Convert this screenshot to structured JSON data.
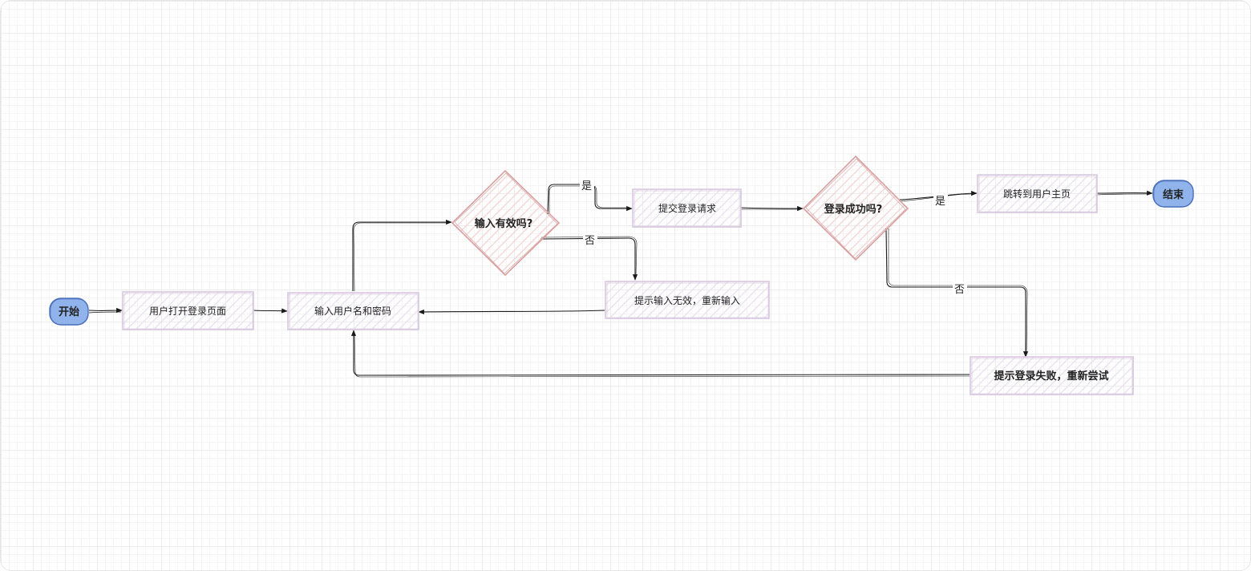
{
  "diagram": {
    "nodes": {
      "start": "开始",
      "open_login_page": "用户打开登录页面",
      "enter_credentials": "输入用户名和密码",
      "input_valid": "输入有效吗?",
      "submit_login": "提交登录请求",
      "prompt_invalid": "提示输入无效，重新输入",
      "login_success": "登录成功吗?",
      "goto_home": "跳转到用户主页",
      "end": "结束",
      "prompt_failed": "提示登录失败，重新尝试"
    },
    "edge_labels": {
      "valid_yes": "是",
      "valid_no": "否",
      "success_yes": "是",
      "success_no": "否"
    },
    "colors": {
      "terminal_fill": "#8fb3ea",
      "terminal_stroke": "#4a6fb8",
      "process_stroke": "#d9c8e0",
      "decision_stroke": "#d9a0a0",
      "decision_hatch": "#f0d4d4",
      "process_hatch": "#ece6f0",
      "edge_stroke": "#1a1a1a"
    }
  }
}
